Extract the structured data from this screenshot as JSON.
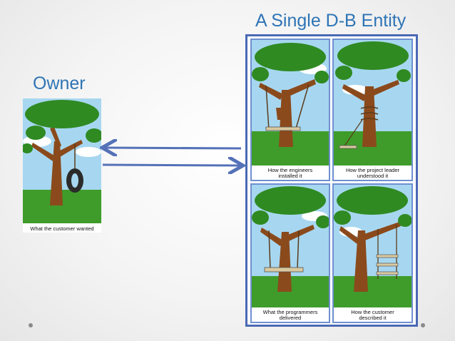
{
  "slide": {
    "entity_title": "A Single D-B Entity",
    "owner_label": "Owner"
  },
  "panels": {
    "owner": {
      "caption": "What the customer wanted"
    },
    "engineers": {
      "caption_line1": "How the engineers",
      "caption_line2": "installed it"
    },
    "project_leader": {
      "caption_line1": "How the project leader",
      "caption_line2": "understood it"
    },
    "programmers": {
      "caption_line1": "What the programmers",
      "caption_line2": "delivered"
    },
    "customer_described": {
      "caption_line1": "How the customer",
      "caption_line2": "described it"
    }
  },
  "colors": {
    "title": "#2e74b5",
    "frame": "#4a69b4",
    "arrow": "#5572b8",
    "sky": "#a7d7f0",
    "grass": "#3f9c2a",
    "foliage": "#2f8a22",
    "trunk": "#8b4a1c"
  },
  "icons": [
    "tire-swing-icon",
    "arrow-left-icon",
    "arrow-right-icon"
  ]
}
